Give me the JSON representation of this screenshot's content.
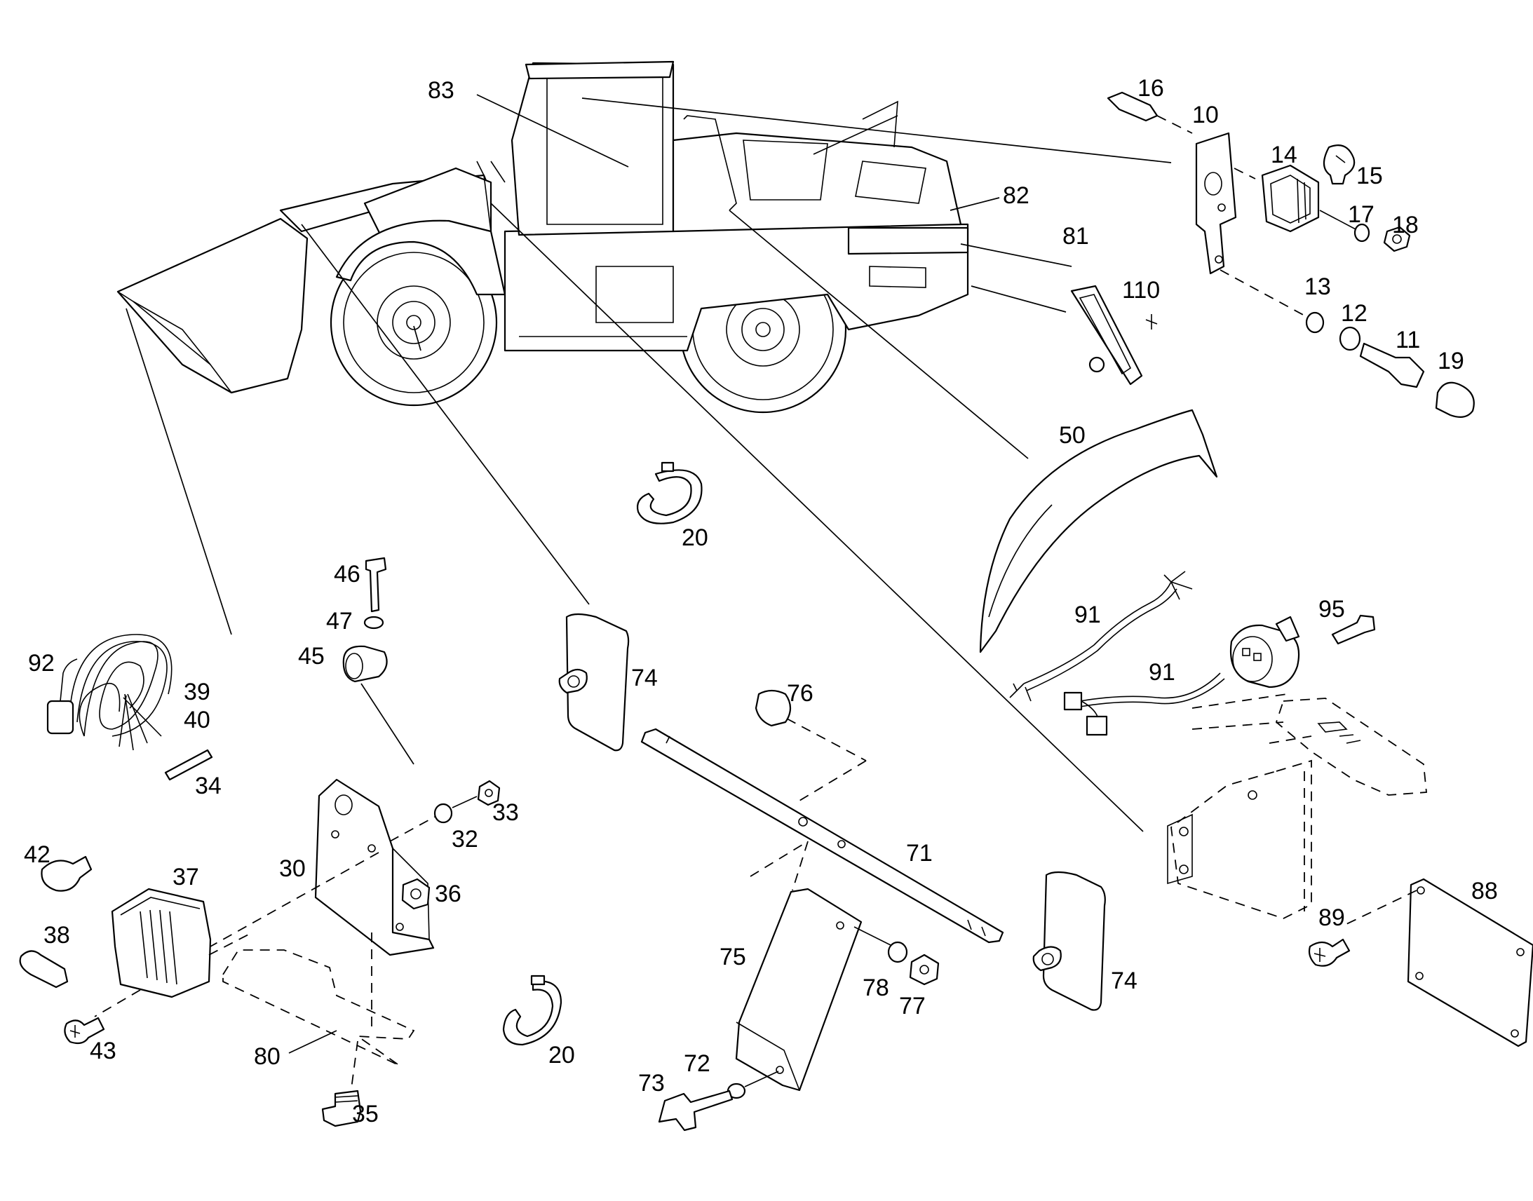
{
  "callouts": [
    {
      "id": "c83",
      "text": "83"
    },
    {
      "id": "c16",
      "text": "16"
    },
    {
      "id": "c10",
      "text": "10"
    },
    {
      "id": "c14",
      "text": "14"
    },
    {
      "id": "c15",
      "text": "15"
    },
    {
      "id": "c82",
      "text": "82"
    },
    {
      "id": "c17",
      "text": "17"
    },
    {
      "id": "c18",
      "text": "18"
    },
    {
      "id": "c81",
      "text": "81"
    },
    {
      "id": "c110",
      "text": "110"
    },
    {
      "id": "c13",
      "text": "13"
    },
    {
      "id": "c12",
      "text": "12"
    },
    {
      "id": "c11",
      "text": "11"
    },
    {
      "id": "c19",
      "text": "19"
    },
    {
      "id": "c50",
      "text": "50"
    },
    {
      "id": "c20a",
      "text": "20"
    },
    {
      "id": "c46",
      "text": "46"
    },
    {
      "id": "c47",
      "text": "47"
    },
    {
      "id": "c45",
      "text": "45"
    },
    {
      "id": "c92",
      "text": "92"
    },
    {
      "id": "c39",
      "text": "39"
    },
    {
      "id": "c40",
      "text": "40"
    },
    {
      "id": "c34",
      "text": "34"
    },
    {
      "id": "c74a",
      "text": "74"
    },
    {
      "id": "c76",
      "text": "76"
    },
    {
      "id": "c91a",
      "text": "91"
    },
    {
      "id": "c91b",
      "text": "91"
    },
    {
      "id": "c95",
      "text": "95"
    },
    {
      "id": "c33",
      "text": "33"
    },
    {
      "id": "c32",
      "text": "32"
    },
    {
      "id": "c42",
      "text": "42"
    },
    {
      "id": "c37",
      "text": "37"
    },
    {
      "id": "c30",
      "text": "30"
    },
    {
      "id": "c36",
      "text": "36"
    },
    {
      "id": "c71",
      "text": "71"
    },
    {
      "id": "c38",
      "text": "38"
    },
    {
      "id": "c88",
      "text": "88"
    },
    {
      "id": "c89",
      "text": "89"
    },
    {
      "id": "c75",
      "text": "75"
    },
    {
      "id": "c78",
      "text": "78"
    },
    {
      "id": "c77",
      "text": "77"
    },
    {
      "id": "c74b",
      "text": "74"
    },
    {
      "id": "c43",
      "text": "43"
    },
    {
      "id": "c80",
      "text": "80"
    },
    {
      "id": "c20b",
      "text": "20"
    },
    {
      "id": "c73",
      "text": "73"
    },
    {
      "id": "c72",
      "text": "72"
    },
    {
      "id": "c35",
      "text": "35"
    }
  ]
}
